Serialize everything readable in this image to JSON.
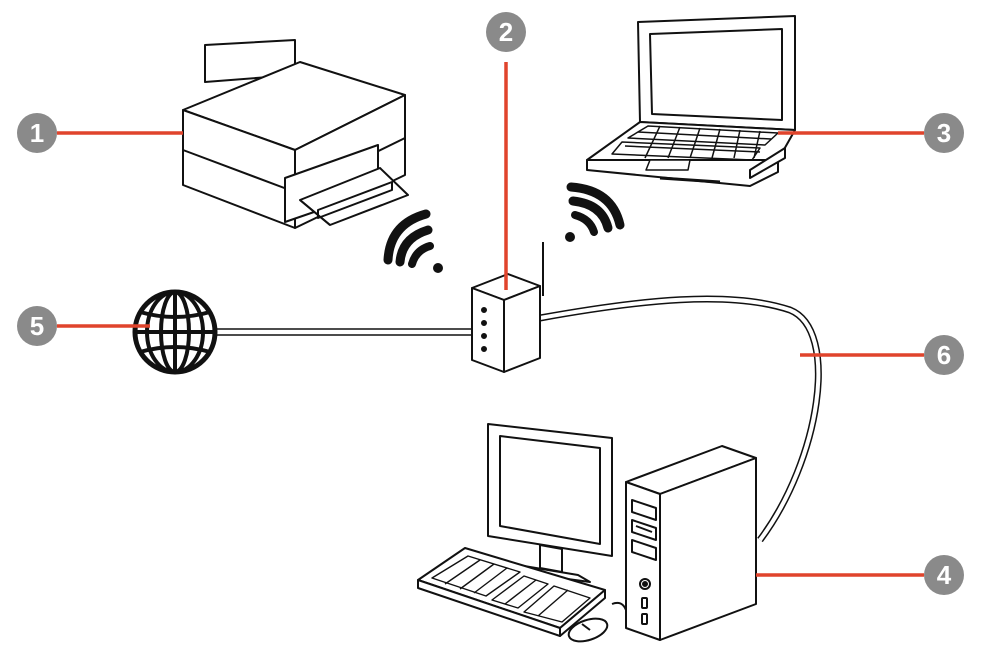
{
  "callouts": [
    {
      "label": "1",
      "target": "printer"
    },
    {
      "label": "2",
      "target": "wireless-router"
    },
    {
      "label": "3",
      "target": "laptop-computer"
    },
    {
      "label": "4",
      "target": "desktop-computer"
    },
    {
      "label": "5",
      "target": "internet"
    },
    {
      "label": "6",
      "target": "ethernet-cable"
    }
  ],
  "colors": {
    "leader_line": "#e0442c",
    "callout_circle": "#8a8a8a",
    "device_outline": "#111111",
    "device_fill": "#ffffff",
    "background": "#ffffff"
  }
}
